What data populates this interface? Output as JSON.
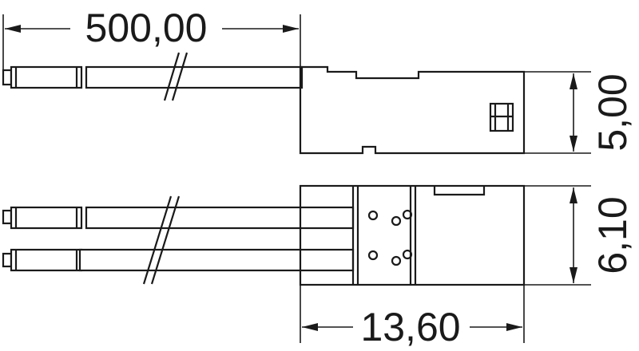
{
  "dimensions": {
    "cable_length": "500,00",
    "side_height": "5,00",
    "top_height": "6,10",
    "connector_width": "13,60"
  },
  "colors": {
    "line": "#1a1a1a",
    "background": "#ffffff"
  }
}
